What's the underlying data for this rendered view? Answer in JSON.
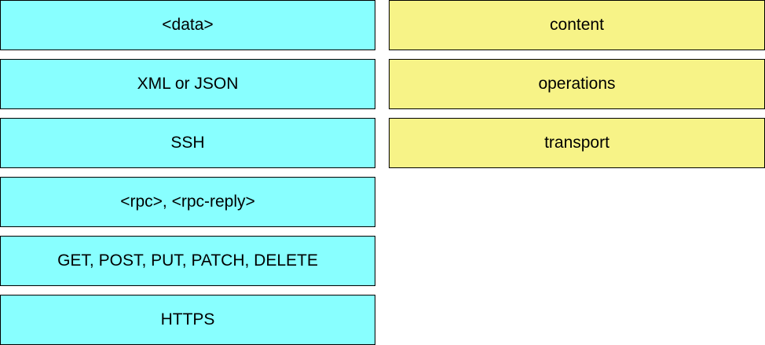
{
  "colors": {
    "draggable_box": "#88ffff",
    "target_box": "#f7f387",
    "border": "#000000"
  },
  "draggable_items": [
    {
      "label": "<data>"
    },
    {
      "label": "XML or JSON"
    },
    {
      "label": "SSH"
    },
    {
      "label": "<rpc>, <rpc-reply>"
    },
    {
      "label": "GET, POST, PUT, PATCH, DELETE"
    },
    {
      "label": "HTTPS"
    }
  ],
  "target_items": [
    {
      "label": "content"
    },
    {
      "label": "operations"
    },
    {
      "label": "transport"
    }
  ]
}
